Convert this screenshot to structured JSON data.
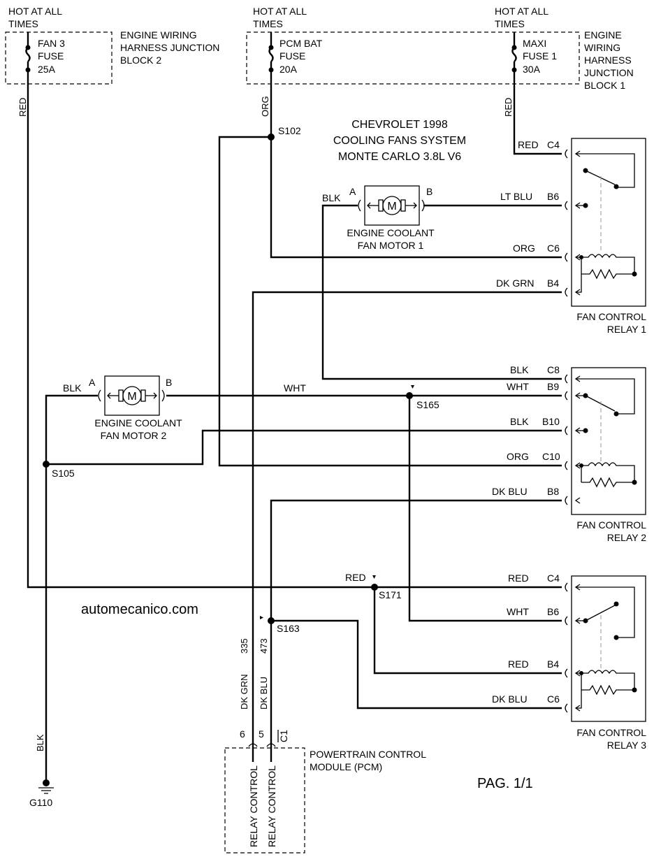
{
  "title": {
    "line1": "CHEVROLET 1998",
    "line2": "COOLING FANS SYSTEM",
    "line3": "MONTE CARLO 3.8L V6"
  },
  "watermark": "automecanico.com",
  "page_label": "PAG. 1/1",
  "power_sources": {
    "left": {
      "hot1": "HOT AT ALL",
      "hot2": "TIMES",
      "fuse1": "FAN 3",
      "fuse2": "FUSE",
      "fuse3": "25A",
      "block1": "ENGINE WIRING",
      "block2": "HARNESS JUNCTION",
      "block3": "BLOCK 2"
    },
    "center": {
      "hot1": "HOT AT ALL",
      "hot2": "TIMES",
      "fuse1": "PCM BAT",
      "fuse2": "FUSE",
      "fuse3": "20A"
    },
    "right": {
      "hot1": "HOT AT ALL",
      "hot2": "TIMES",
      "fuse1": "MAXI",
      "fuse2": "FUSE 1",
      "fuse3": "30A",
      "block1": "ENGINE",
      "block2": "WIRING",
      "block3": "HARNESS",
      "block4": "JUNCTION",
      "block5": "BLOCK 1"
    }
  },
  "wire_colors": {
    "red_left": "RED",
    "org_top": "ORG",
    "red_right": "RED",
    "blk_lower": "BLK",
    "dkgrn_vert": "DK GRN",
    "dkblu_vert": "DK BLU",
    "blk_motor1": "BLK",
    "blk_motor2": "BLK",
    "wht_motor2": "WHT",
    "red_s171": "RED"
  },
  "circuit_numbers": {
    "c335": "335",
    "c473": "473"
  },
  "splices": {
    "s102": "S102",
    "s105": "S105",
    "s163": "S163",
    "s165": "S165",
    "s171": "S171"
  },
  "ground": "G110",
  "motors": {
    "m1": {
      "symbol": "M",
      "term_a": "A",
      "term_b": "B",
      "name1": "ENGINE COOLANT",
      "name2": "FAN MOTOR 1"
    },
    "m2": {
      "symbol": "M",
      "term_a": "A",
      "term_b": "B",
      "name1": "ENGINE COOLANT",
      "name2": "FAN MOTOR 2"
    }
  },
  "relays": [
    {
      "name1": "FAN CONTROL",
      "name2": "RELAY 1",
      "pins": [
        {
          "color": "RED",
          "pin": "C4"
        },
        {
          "color": "LT BLU",
          "pin": "B6"
        },
        {
          "color": "ORG",
          "pin": "C6"
        },
        {
          "color": "DK GRN",
          "pin": "B4"
        }
      ]
    },
    {
      "name1": "FAN CONTROL",
      "name2": "RELAY 2",
      "pins": [
        {
          "color": "BLK",
          "pin": "C8"
        },
        {
          "color": "WHT",
          "pin": "B9"
        },
        {
          "color": "BLK",
          "pin": "B10"
        },
        {
          "color": "ORG",
          "pin": "C10"
        },
        {
          "color": "DK BLU",
          "pin": "B8"
        }
      ]
    },
    {
      "name1": "FAN CONTROL",
      "name2": "RELAY 3",
      "pins": [
        {
          "color": "RED",
          "pin": "C4"
        },
        {
          "color": "WHT",
          "pin": "B6"
        },
        {
          "color": "RED",
          "pin": "B4"
        },
        {
          "color": "DK BLU",
          "pin": "C6"
        }
      ]
    }
  ],
  "pcm": {
    "name1": "POWERTRAIN CONTROL",
    "name2": "MODULE (PCM)",
    "pin6": "6",
    "pin5": "5",
    "connector": "C1",
    "relay_control_1": "RELAY CONTROL",
    "relay_control_2": "RELAY CONTROL"
  }
}
